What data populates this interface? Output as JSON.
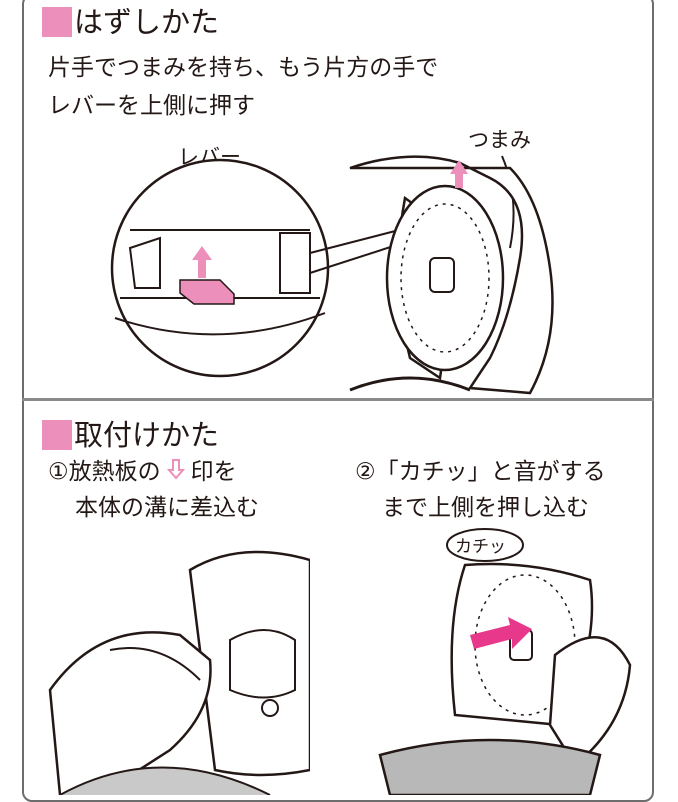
{
  "remove": {
    "heading": "はずしかた",
    "line1": "片手でつまみを持ち、もう片方の手で",
    "line2": "レバーを上側に押す",
    "lever_label": "レバー",
    "knob_label": "つまみ"
  },
  "attach": {
    "heading": "取付けかた",
    "step1_prefix": "①放熱板の",
    "step1_suffix": "印を",
    "step1_line2": "本体の溝に差込む",
    "step2_line1": "②「カチッ」と音がする",
    "step2_line2": "まで上側を押し込む",
    "click_bubble": "カチッ"
  },
  "colors": {
    "accent": "#ec8fba",
    "frame": "#6d6d6d"
  }
}
